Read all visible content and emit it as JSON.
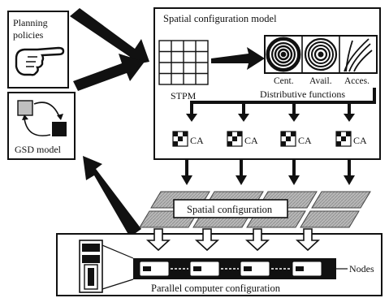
{
  "planning_policies": {
    "line1": "Planning",
    "line2": "policies",
    "icon": "pointing-hand-icon"
  },
  "gsd_model": {
    "label": "GSD model",
    "icon": "cycle-arrows-icon"
  },
  "spatial_model": {
    "title": "Spatial configuration model",
    "stpm_label": "STPM",
    "functions_label": "Distributive functions",
    "functions": [
      {
        "label": "Cent.",
        "icon": "concentric-rings-icon"
      },
      {
        "label": "Avail.",
        "icon": "concentric-rings-icon"
      },
      {
        "label": "Acces.",
        "icon": "curve-lines-icon"
      }
    ]
  },
  "cellular_automata": [
    {
      "label": "CA",
      "icon": "checker-grid-icon"
    },
    {
      "label": "CA",
      "icon": "checker-grid-icon"
    },
    {
      "label": "CA",
      "icon": "checker-grid-icon"
    },
    {
      "label": "CA",
      "icon": "checker-grid-icon"
    }
  ],
  "spatial_configuration": {
    "label": "Spatial configuration"
  },
  "parallel_computer": {
    "label": "Parallel computer configuration",
    "nodes_label": "Nodes",
    "icon": "server-tower-icon"
  }
}
